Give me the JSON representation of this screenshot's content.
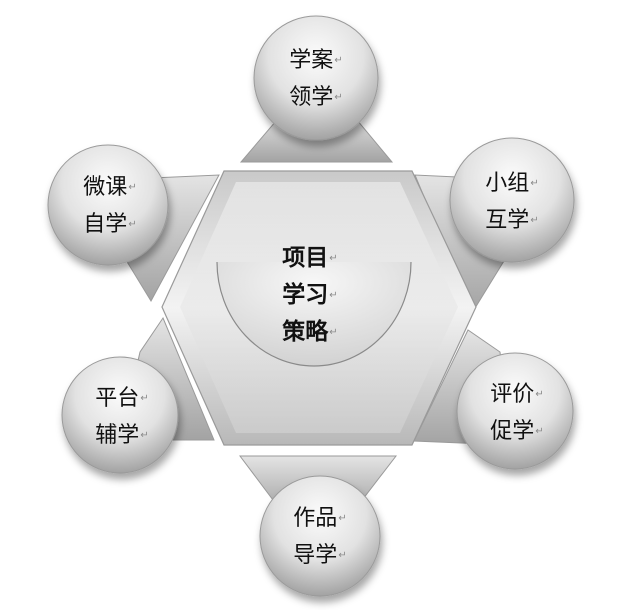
{
  "center": {
    "lines": [
      "项目",
      "学习",
      "策略"
    ]
  },
  "nodes": [
    {
      "id": "top",
      "lines": [
        "学案",
        "领学"
      ]
    },
    {
      "id": "top-right",
      "lines": [
        "小组",
        "互学"
      ]
    },
    {
      "id": "bottom-right",
      "lines": [
        "评价",
        "促学"
      ]
    },
    {
      "id": "bottom",
      "lines": [
        "作品",
        "导学"
      ]
    },
    {
      "id": "bottom-left",
      "lines": [
        "平台",
        "辅学"
      ]
    },
    {
      "id": "top-left",
      "lines": [
        "微课",
        "自学"
      ]
    }
  ],
  "paragraph_mark": "↵",
  "colors": {
    "fill_light": "#f2f2f2",
    "fill_dark": "#a9a9a9",
    "edge": "#9a9a9a",
    "text": "#111111"
  }
}
